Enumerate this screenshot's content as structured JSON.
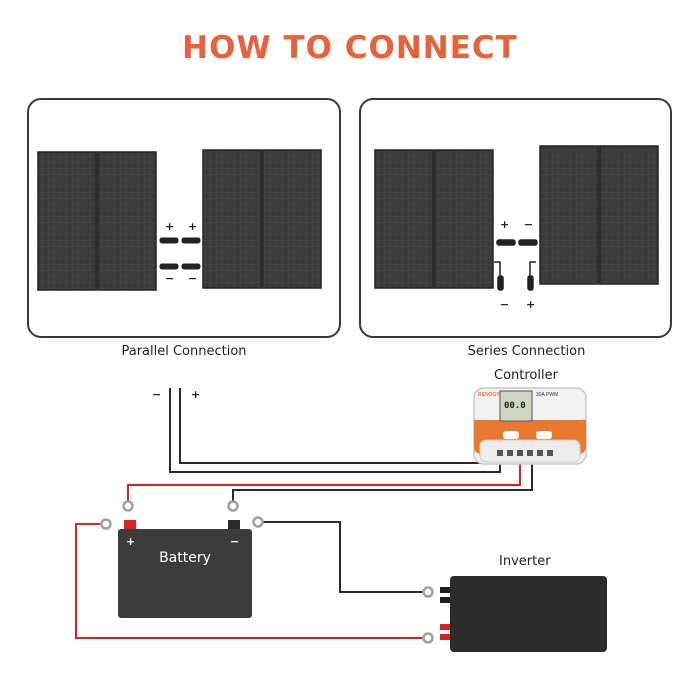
{
  "title": "HOW TO CONNECT",
  "colors": {
    "title": "#e8613a",
    "wire_red": "#e02020",
    "wire_black": "#2a2a2a",
    "panel": "#3a3a3a",
    "battery": "#3c3c3c",
    "controller_accent": "#e8792f"
  },
  "parallel": {
    "caption": "Parallel Connection",
    "signs": [
      "+",
      "+",
      "−",
      "−"
    ]
  },
  "series": {
    "caption": "Series Connection",
    "signs": [
      "+",
      "−",
      "−",
      "+"
    ]
  },
  "controller": {
    "label": "Controller",
    "brand": "RENOGY",
    "model": "30A PWM",
    "reading": "00.0"
  },
  "battery": {
    "label": "Battery",
    "plus": "+",
    "minus": "−"
  },
  "inverter": {
    "label": "Inverter"
  },
  "pv_input": {
    "minus": "−",
    "plus": "+"
  }
}
